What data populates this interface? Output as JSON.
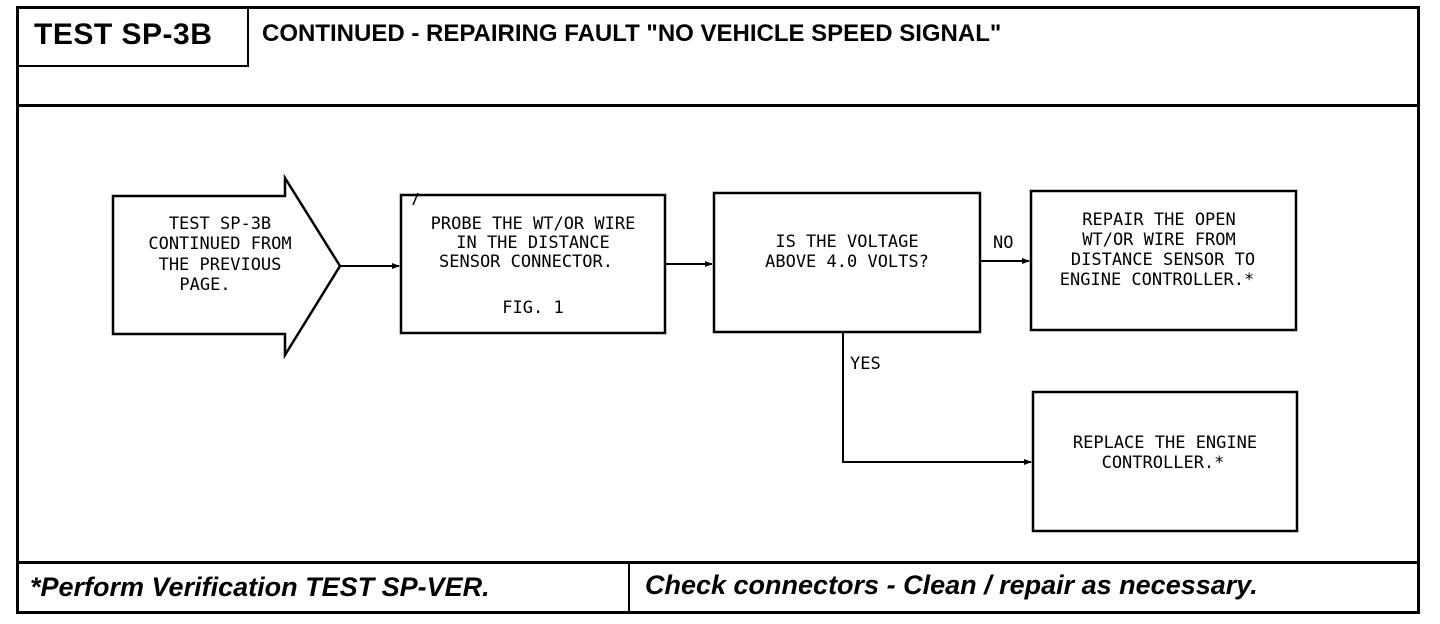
{
  "header": {
    "test_id": "TEST SP-3B",
    "title": "CONTINUED - REPAIRING FAULT \"NO VEHICLE SPEED SIGNAL\""
  },
  "flowchart": {
    "nodes": [
      {
        "id": "start",
        "shape": "arrow",
        "lines": [
          "TEST SP-3B",
          "CONTINUED FROM",
          "THE PREVIOUS",
          "PAGE."
        ]
      },
      {
        "id": "probe",
        "shape": "box",
        "lines": [
          "PROBE THE WT/OR WIRE",
          "IN THE DISTANCE",
          "SENSOR CONNECTOR.",
          "",
          "FIG. 1"
        ]
      },
      {
        "id": "decision",
        "shape": "box",
        "lines": [
          "IS THE VOLTAGE",
          "ABOVE 4.0 VOLTS?"
        ]
      },
      {
        "id": "repair",
        "shape": "box",
        "lines": [
          "REPAIR THE OPEN",
          "WT/OR WIRE FROM",
          "DISTANCE SENSOR TO",
          "ENGINE CONTROLLER.*"
        ]
      },
      {
        "id": "replace",
        "shape": "box",
        "lines": [
          "REPLACE THE ENGINE",
          "CONTROLLER.*"
        ]
      }
    ],
    "edges": [
      {
        "from": "start",
        "to": "probe",
        "label": ""
      },
      {
        "from": "probe",
        "to": "decision",
        "label": ""
      },
      {
        "from": "decision",
        "to": "repair",
        "label": "NO"
      },
      {
        "from": "decision",
        "to": "replace",
        "label": "YES"
      }
    ]
  },
  "footer": {
    "left": "*Perform Verification  TEST SP-VER.",
    "right": "Check connectors - Clean / repair as necessary."
  }
}
